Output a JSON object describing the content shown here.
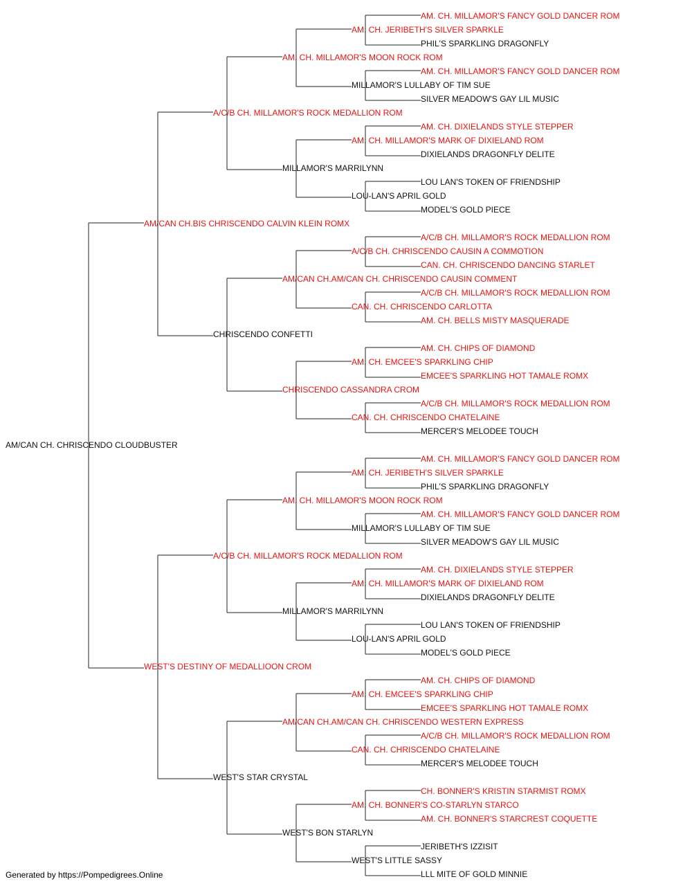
{
  "colors": {
    "champion": "#e8130f",
    "normal": "#111111",
    "line": "#222222"
  },
  "footer_text": "Generated by https://Pompedigrees.Online",
  "pedigree": {
    "name": "AM/CAN CH. CHRISCENDO CLOUDBUSTER",
    "champ": false,
    "sire": {
      "name": "AM/CAN CH.BIS CHRISCENDO CALVIN KLEIN ROMX",
      "champ": true,
      "sire": {
        "name": "A/C/B CH. MILLAMOR'S ROCK MEDALLION ROM",
        "champ": true,
        "sire": {
          "name": "AM. CH. MILLAMOR'S MOON ROCK ROM",
          "champ": true,
          "sire": {
            "name": "AM. CH. JERIBETH'S SILVER SPARKLE",
            "champ": true,
            "sire": {
              "name": "AM. CH. MILLAMOR'S FANCY GOLD DANCER ROM",
              "champ": true
            },
            "dam": {
              "name": "PHIL'S SPARKLING DRAGONFLY",
              "champ": false
            }
          },
          "dam": {
            "name": "MILLAMOR'S LULLABY OF TIM SUE",
            "champ": false,
            "sire": {
              "name": "AM. CH. MILLAMOR'S FANCY GOLD DANCER ROM",
              "champ": true
            },
            "dam": {
              "name": "SILVER MEADOW'S GAY LIL MUSIC",
              "champ": false
            }
          }
        },
        "dam": {
          "name": "MILLAMOR'S MARRILYNN",
          "champ": false,
          "sire": {
            "name": "AM. CH. MILLAMOR'S MARK OF DIXIELAND ROM",
            "champ": true,
            "sire": {
              "name": "AM. CH. DIXIELANDS STYLE STEPPER",
              "champ": true
            },
            "dam": {
              "name": "DIXIELANDS DRAGONFLY DELITE",
              "champ": false
            }
          },
          "dam": {
            "name": "LOU-LAN'S APRIL GOLD",
            "champ": false,
            "sire": {
              "name": "LOU LAN'S TOKEN OF FRIENDSHIP",
              "champ": false
            },
            "dam": {
              "name": "MODEL'S GOLD PIECE",
              "champ": false
            }
          }
        }
      },
      "dam": {
        "name": "CHRISCENDO CONFETTI",
        "champ": false,
        "sire": {
          "name": "AM/CAN CH.AM/CAN CH. CHRISCENDO CAUSIN COMMENT",
          "champ": true,
          "sire": {
            "name": "A/C/B CH. CHRISCENDO CAUSIN A COMMOTION",
            "champ": true,
            "sire": {
              "name": "A/C/B CH. MILLAMOR'S ROCK MEDALLION ROM",
              "champ": true
            },
            "dam": {
              "name": "CAN. CH. CHRISCENDO DANCING STARLET",
              "champ": true
            }
          },
          "dam": {
            "name": "CAN. CH. CHRISCENDO CARLOTTA",
            "champ": true,
            "sire": {
              "name": "A/C/B CH. MILLAMOR'S ROCK MEDALLION ROM",
              "champ": true
            },
            "dam": {
              "name": "AM. CH. BELLS MISTY MASQUERADE",
              "champ": true
            }
          }
        },
        "dam": {
          "name": "CHRISCENDO CASSANDRA CROM",
          "champ": true,
          "sire": {
            "name": "AM. CH. EMCEE'S SPARKLING CHIP",
            "champ": true,
            "sire": {
              "name": "AM. CH. CHIPS OF DIAMOND",
              "champ": true
            },
            "dam": {
              "name": "EMCEE'S SPARKLING HOT TAMALE ROMX",
              "champ": true
            }
          },
          "dam": {
            "name": "CAN. CH. CHRISCENDO CHATELAINE",
            "champ": true,
            "sire": {
              "name": "A/C/B CH. MILLAMOR'S ROCK MEDALLION ROM",
              "champ": true
            },
            "dam": {
              "name": "MERCER'S MELODEE TOUCH",
              "champ": false
            }
          }
        }
      }
    },
    "dam": {
      "name": "WEST'S DESTINY OF MEDALLIOON CROM",
      "champ": true,
      "sire": {
        "name": "A/C/B CH. MILLAMOR'S ROCK MEDALLION ROM",
        "champ": true,
        "sire": {
          "name": "AM. CH. MILLAMOR'S MOON ROCK ROM",
          "champ": true,
          "sire": {
            "name": "AM. CH. JERIBETH'S SILVER SPARKLE",
            "champ": true,
            "sire": {
              "name": "AM. CH. MILLAMOR'S FANCY GOLD DANCER ROM",
              "champ": true
            },
            "dam": {
              "name": "PHIL'S SPARKLING DRAGONFLY",
              "champ": false
            }
          },
          "dam": {
            "name": "MILLAMOR'S LULLABY OF TIM SUE",
            "champ": false,
            "sire": {
              "name": "AM. CH. MILLAMOR'S FANCY GOLD DANCER ROM",
              "champ": true
            },
            "dam": {
              "name": "SILVER MEADOW'S GAY LIL MUSIC",
              "champ": false
            }
          }
        },
        "dam": {
          "name": "MILLAMOR'S MARRILYNN",
          "champ": false,
          "sire": {
            "name": "AM. CH. MILLAMOR'S MARK OF DIXIELAND ROM",
            "champ": true,
            "sire": {
              "name": "AM. CH. DIXIELANDS STYLE STEPPER",
              "champ": true
            },
            "dam": {
              "name": "DIXIELANDS DRAGONFLY DELITE",
              "champ": false
            }
          },
          "dam": {
            "name": "LOU-LAN'S APRIL GOLD",
            "champ": false,
            "sire": {
              "name": "LOU LAN'S TOKEN OF FRIENDSHIP",
              "champ": false
            },
            "dam": {
              "name": "MODEL'S GOLD PIECE",
              "champ": false
            }
          }
        }
      },
      "dam": {
        "name": "WEST'S STAR CRYSTAL",
        "champ": false,
        "sire": {
          "name": "AM/CAN CH.AM/CAN CH. CHRISCENDO WESTERN EXPRESS",
          "champ": true,
          "sire": {
            "name": "AM. CH. EMCEE'S SPARKLING CHIP",
            "champ": true,
            "sire": {
              "name": "AM. CH. CHIPS OF DIAMOND",
              "champ": true
            },
            "dam": {
              "name": "EMCEE'S SPARKLING HOT TAMALE ROMX",
              "champ": true
            }
          },
          "dam": {
            "name": "CAN. CH. CHRISCENDO CHATELAINE",
            "champ": true,
            "sire": {
              "name": "A/C/B CH. MILLAMOR'S ROCK MEDALLION ROM",
              "champ": true
            },
            "dam": {
              "name": "MERCER'S MELODEE TOUCH",
              "champ": false
            }
          }
        },
        "dam": {
          "name": "WEST'S BON STARLYN",
          "champ": false,
          "sire": {
            "name": "AM. CH. BONNER'S CO-STARLYN STARCO",
            "champ": true,
            "sire": {
              "name": "CH. BONNER'S KRISTIN STARMIST ROMX",
              "champ": true
            },
            "dam": {
              "name": "AM. CH. BONNER'S STARCREST COQUETTE",
              "champ": true
            }
          },
          "dam": {
            "name": "WEST'S LITTLE SASSY",
            "champ": false,
            "sire": {
              "name": "JERIBETH'S IZZISIT",
              "champ": false
            },
            "dam": {
              "name": "LLL MITE OF GOLD MINNIE",
              "champ": false
            }
          }
        }
      }
    }
  }
}
